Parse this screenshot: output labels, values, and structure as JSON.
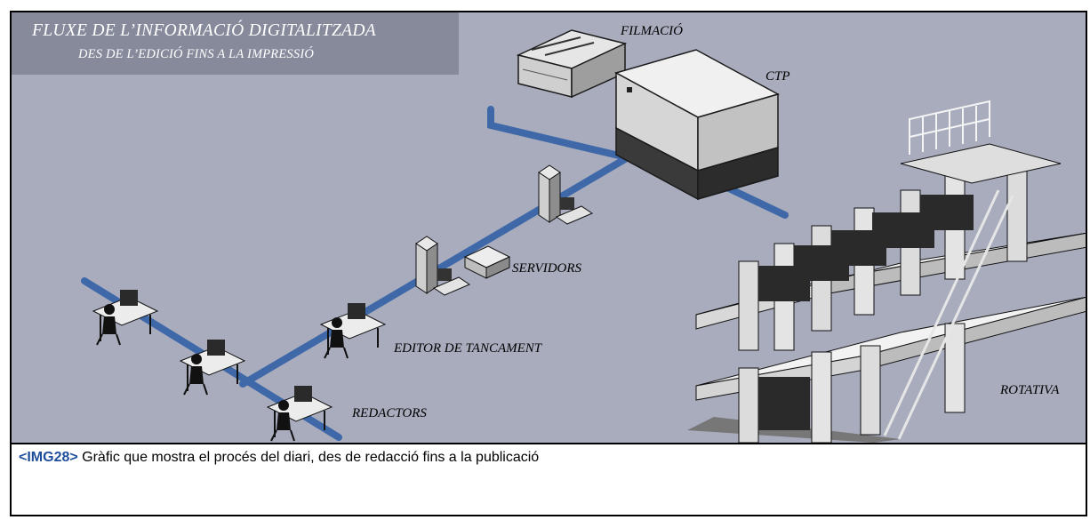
{
  "figure": {
    "title_line1": "FLUXE DE L’INFORMACIÓ DIGITALITZADA",
    "title_line2": "DES DE L’EDICIÓ FINS A LA IMPRESSIÓ",
    "labels": {
      "filmacio": "FILMACIÓ",
      "ctp": "CTP",
      "servidors": "SERVIDORS",
      "editor": "EDITOR DE TANCAMENT",
      "redactors": "REDACTORS",
      "rotativa": "ROTATIVA"
    },
    "colors": {
      "background": "#a8acbd",
      "title_box": "#868a9b",
      "network_cable": "#3e68a8"
    }
  },
  "caption": {
    "tag": "<IMG28>",
    "text": "Gràfic que mostra el procés del diari, des de redacció fins a la publicació"
  }
}
